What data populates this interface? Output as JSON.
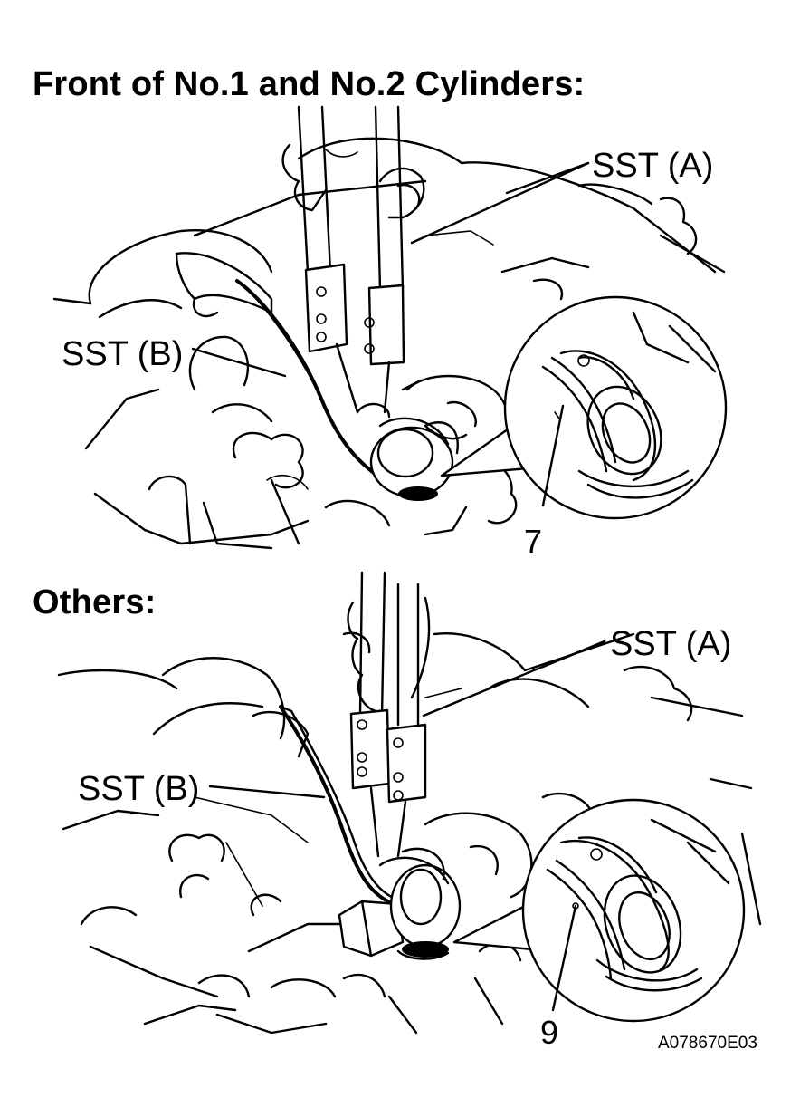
{
  "figure": {
    "code": "A078670E03",
    "colors": {
      "ink": "#000000",
      "paper": "#ffffff"
    }
  },
  "panels": [
    {
      "heading": "Front of No.1 and No.2 Cylinders:",
      "labels": {
        "sst_a": "SST (A)",
        "sst_b": "SST (B)",
        "part_number": "7"
      }
    },
    {
      "heading": "Others:",
      "labels": {
        "sst_a": "SST (A)",
        "sst_b": "SST (B)",
        "part_number": "9"
      }
    }
  ]
}
